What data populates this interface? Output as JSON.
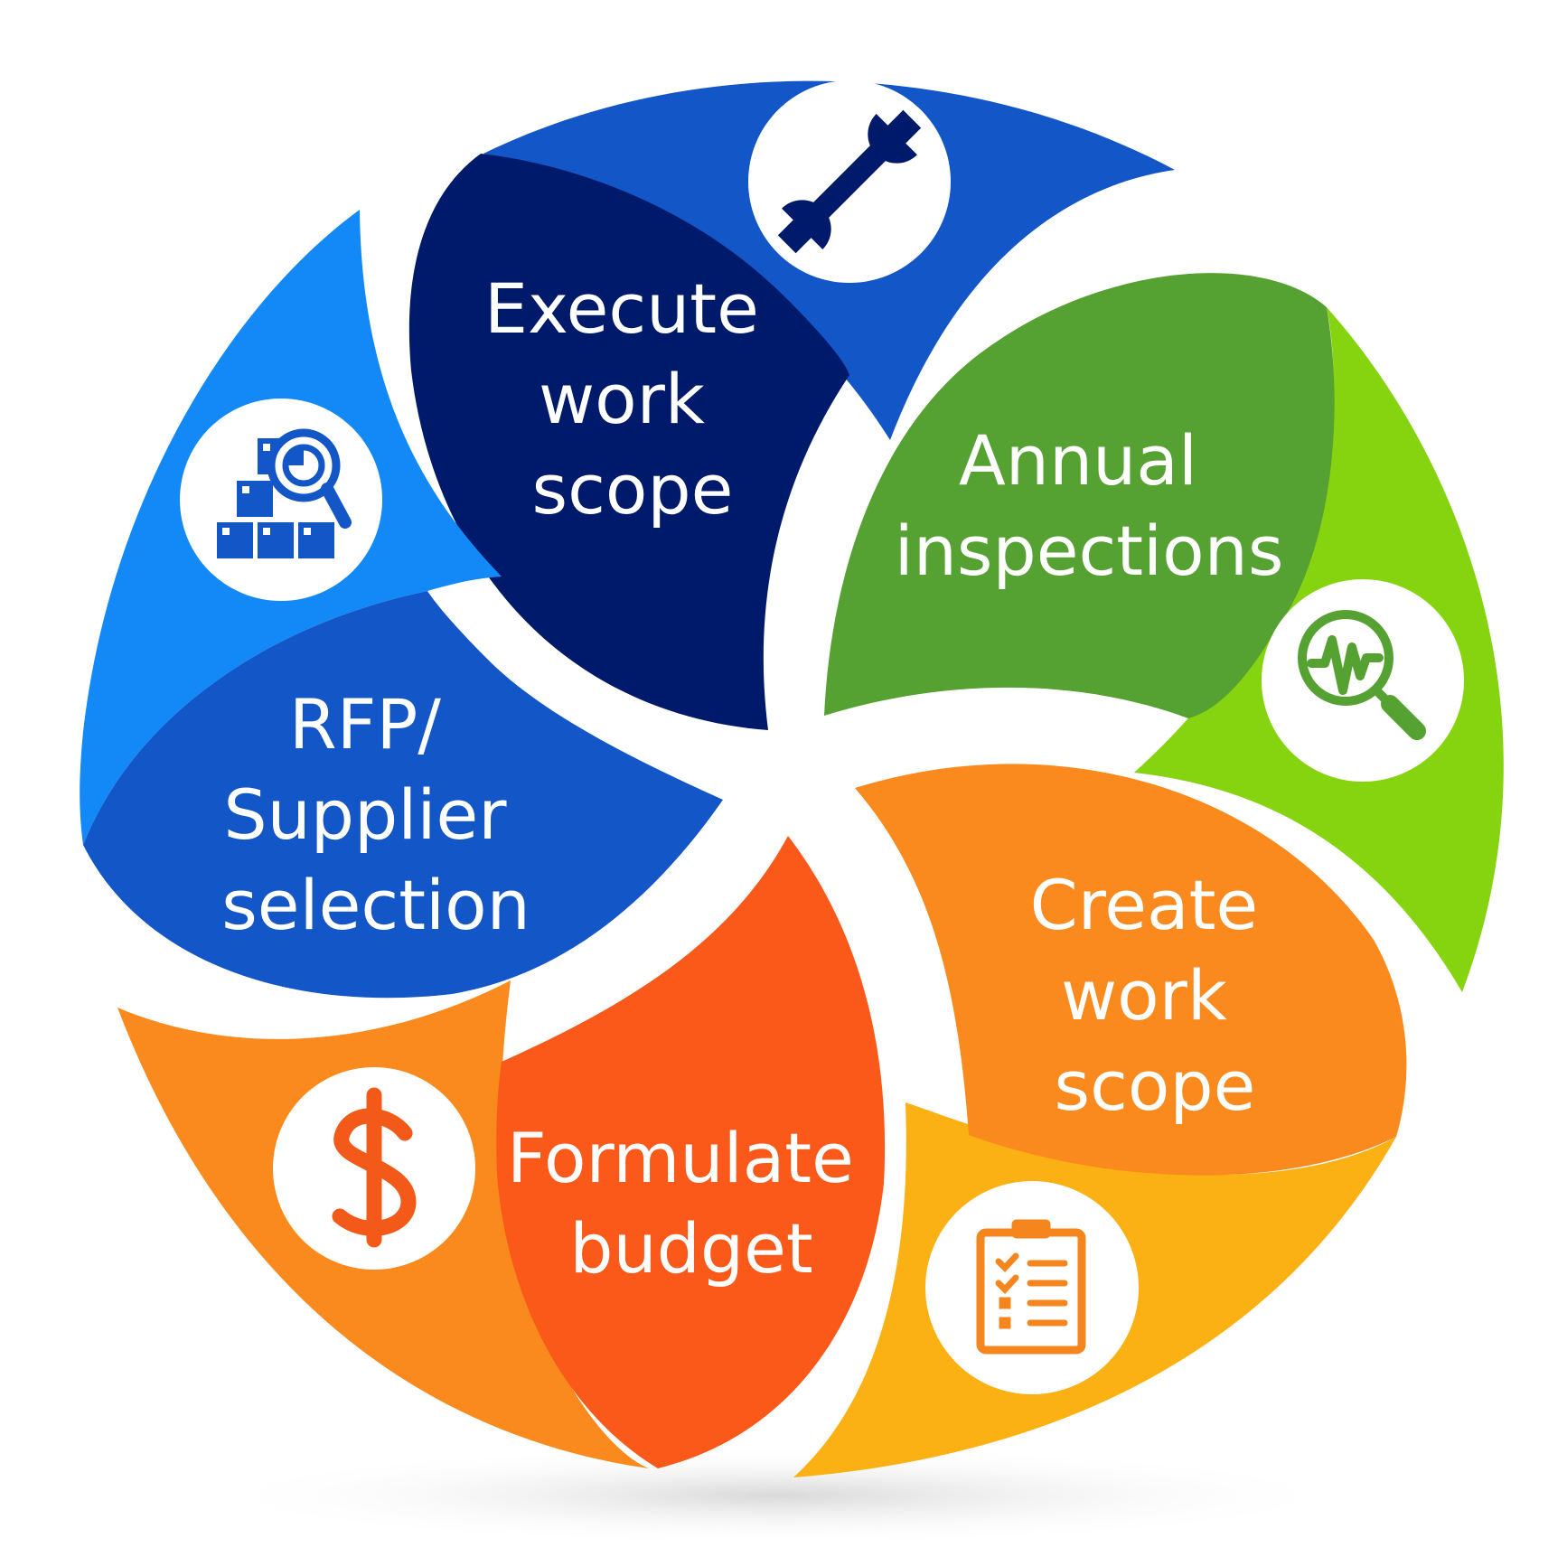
{
  "diagram": {
    "segments": [
      {
        "id": "execute",
        "label_lines": [
          "Execute",
          "work",
          "scope"
        ],
        "icon": "wrench-icon",
        "colors": {
          "outer": "#1256C7",
          "inner": "#001A6B",
          "icon": "#001A6B"
        }
      },
      {
        "id": "annual",
        "label_lines": [
          "Annual",
          "inspections"
        ],
        "icon": "magnifier-pulse-icon",
        "colors": {
          "outer": "#86D40F",
          "inner": "#55A132",
          "icon": "#55A132"
        }
      },
      {
        "id": "create",
        "label_lines": [
          "Create",
          "work",
          "scope"
        ],
        "icon": "clipboard-checklist-icon",
        "colors": {
          "outer": "#FBB014",
          "inner": "#FB8A1E",
          "icon": "#F5861E"
        }
      },
      {
        "id": "budget",
        "label_lines": [
          "Formulate",
          "budget"
        ],
        "icon": "dollar-icon",
        "colors": {
          "outer": "#FB8A1E",
          "inner": "#FB5919",
          "icon": "#F35A19"
        }
      },
      {
        "id": "rfp",
        "label_lines": [
          "RFP/",
          "Supplier",
          "selection"
        ],
        "icon": "boxes-magnifier-icon",
        "colors": {
          "outer": "#1389F8",
          "inner": "#1256C7",
          "icon": "#1256C7"
        }
      }
    ]
  }
}
